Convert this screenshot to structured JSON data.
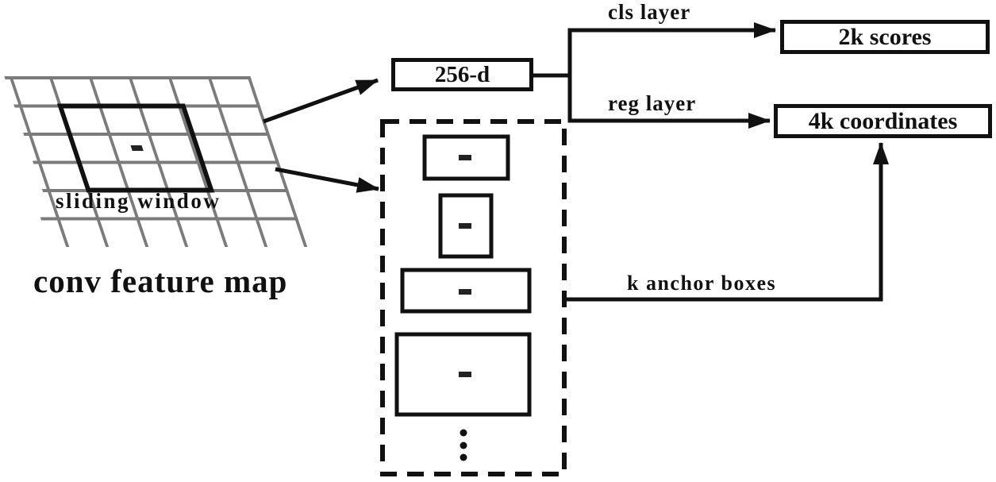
{
  "diagram": {
    "title_hint": "Region Proposal Network figure",
    "feature_map": {
      "caption": "conv feature map",
      "window_label": "sliding window",
      "grid_columns": 7,
      "grid_rows": 6
    },
    "nodes": {
      "vector": {
        "label": "256-d"
      },
      "scores": {
        "label": "2k scores"
      },
      "coords": {
        "label": "4k coordinates"
      }
    },
    "edges": {
      "cls": {
        "label": "cls layer"
      },
      "reg": {
        "label": "reg layer"
      },
      "anchors": {
        "label": "k anchor boxes"
      }
    },
    "anchor_stack": {
      "box_count": 4,
      "has_ellipsis": true
    },
    "colors": {
      "line": "#111111",
      "grid": "#7b7b7b",
      "background": "#ffffff"
    }
  }
}
